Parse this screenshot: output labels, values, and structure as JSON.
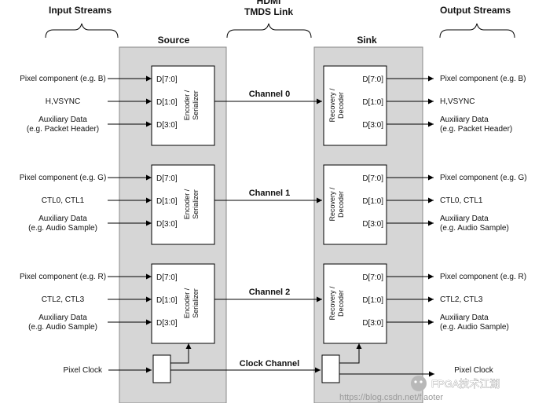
{
  "headers": {
    "input_streams": "Input Streams",
    "hdmi_line1": "HDMI",
    "hdmi_line2": "TMDS Link",
    "output_streams": "Output Streams",
    "source": "Source",
    "sink": "Sink"
  },
  "channels": [
    {
      "name": "Channel 0",
      "encoder_line1": "Encoder /",
      "encoder_line2": "Serializer",
      "decoder_line1": "Recovery /",
      "decoder_line2": "Decoder",
      "inputs": [
        {
          "lines": [
            "Pixel component (e.g. B)"
          ],
          "port": "D[7:0]"
        },
        {
          "lines": [
            "H,VSYNC"
          ],
          "port": "D[1:0]"
        },
        {
          "lines": [
            "Auxiliary Data",
            "(e.g. Packet Header)"
          ],
          "port": "D[3:0]"
        }
      ],
      "outputs": [
        {
          "lines": [
            "Pixel component (e.g. B)"
          ],
          "port": "D[7:0]"
        },
        {
          "lines": [
            "H,VSYNC"
          ],
          "port": "D[1:0]"
        },
        {
          "lines": [
            "Auxiliary Data",
            "(e.g. Packet Header)"
          ],
          "port": "D[3:0]"
        }
      ]
    },
    {
      "name": "Channel 1",
      "encoder_line1": "Encoder /",
      "encoder_line2": "Serializer",
      "decoder_line1": "Recovery /",
      "decoder_line2": "Decoder",
      "inputs": [
        {
          "lines": [
            "Pixel component (e.g. G)"
          ],
          "port": "D[7:0]"
        },
        {
          "lines": [
            "CTL0, CTL1"
          ],
          "port": "D[1:0]"
        },
        {
          "lines": [
            "Auxiliary Data",
            "(e.g. Audio Sample)"
          ],
          "port": "D[3:0]"
        }
      ],
      "outputs": [
        {
          "lines": [
            "Pixel component (e.g. G)"
          ],
          "port": "D[7:0]"
        },
        {
          "lines": [
            "CTL0, CTL1"
          ],
          "port": "D[1:0]"
        },
        {
          "lines": [
            "Auxiliary Data",
            "(e.g. Audio Sample)"
          ],
          "port": "D[3:0]"
        }
      ]
    },
    {
      "name": "Channel 2",
      "encoder_line1": "Encoder /",
      "encoder_line2": "Serializer",
      "decoder_line1": "Recovery /",
      "decoder_line2": "Decoder",
      "inputs": [
        {
          "lines": [
            "Pixel component (e.g. R)"
          ],
          "port": "D[7:0]"
        },
        {
          "lines": [
            "CTL2, CTL3"
          ],
          "port": "D[1:0]"
        },
        {
          "lines": [
            "Auxiliary Data",
            "(e.g. Audio Sample)"
          ],
          "port": "D[3:0]"
        }
      ],
      "outputs": [
        {
          "lines": [
            "Pixel component (e.g. R)"
          ],
          "port": "D[7:0]"
        },
        {
          "lines": [
            "CTL2, CTL3"
          ],
          "port": "D[1:0]"
        },
        {
          "lines": [
            "Auxiliary Data",
            "(e.g. Audio Sample)"
          ],
          "port": "D[3:0]"
        }
      ]
    }
  ],
  "clock": {
    "input_label": "Pixel Clock",
    "channel_label": "Clock Channel",
    "output_label": "Pixel Clock"
  },
  "watermark": {
    "url": "https://blog.csdn.net/flaoter",
    "brand": "FPGA技术江湖"
  },
  "colors": {
    "panel_fill": "#d6d6d6",
    "line": "#000000"
  }
}
